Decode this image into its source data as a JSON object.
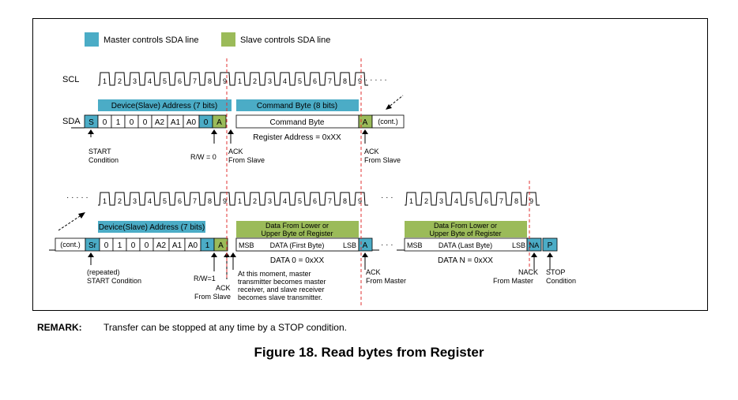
{
  "legend": {
    "master": {
      "label": "Master controls SDA line",
      "color": "#4bacc6"
    },
    "slave": {
      "label": "Slave controls SDA line",
      "color": "#9bbb59"
    }
  },
  "signals": {
    "scl": "SCL",
    "sda": "SDA"
  },
  "clock_numbers": [
    "1",
    "2",
    "3",
    "4",
    "5",
    "6",
    "7",
    "8",
    "9"
  ],
  "row1": {
    "address_header": "Device(Slave) Address (7 bits)",
    "command_header": "Command Byte (8 bits)",
    "bits": [
      "S",
      "0",
      "1",
      "0",
      "0",
      "A2",
      "A1",
      "A0",
      "0",
      "A"
    ],
    "command_label": "Command Byte",
    "ack_label": "A",
    "cont": "(cont.)",
    "register_address": "Register Address = 0xXX",
    "start_l1": "START",
    "start_l2": "Condition",
    "rw_label": "R/W = 0",
    "ack1_l1": "ACK",
    "ack1_l2": "From Slave",
    "ack2_l1": "ACK",
    "ack2_l2": "From Slave",
    "dots": "· · · · ·"
  },
  "row2": {
    "address_header": "Device(Slave) Address (7 bits)",
    "data_header_l1": "Data From Lower or",
    "data_header_l2": "Upper Byte of Register",
    "bits": [
      "Sr",
      "0",
      "1",
      "0",
      "0",
      "A2",
      "A1",
      "A0",
      "1",
      "A"
    ],
    "cont": "(cont.)",
    "msb": "MSB",
    "data_first": "DATA (First Byte)",
    "lsb": "LSB",
    "ack_label": "A",
    "data0": "DATA 0 = 0xXX",
    "dataN_header_l1": "Data From Lower or",
    "dataN_header_l2": "Upper Byte of Register",
    "msb2": "MSB",
    "data_last": "DATA (Last Byte)",
    "lsb2": "LSB",
    "na": "NA",
    "p": "P",
    "dataN": "DATA N = 0xXX",
    "rstart_l1": "(repeated)",
    "rstart_l2": "START Condition",
    "rw_label": "R/W=1",
    "ack1_l1": "ACK",
    "ack1_l2": "From Slave",
    "note_l1": "At this moment, master",
    "note_l2": "transmitter becomes master",
    "note_l3": "receiver, and slave receiver",
    "note_l4": "becomes slave transmitter.",
    "ack2_l1": "ACK",
    "ack2_l2": "From Master",
    "nack_l1": "NACK",
    "nack_l2": "From Master",
    "stop_l1": "STOP",
    "stop_l2": "Condition",
    "dots": "· · · · ·",
    "mid_dots": "· · ·"
  },
  "remark": {
    "label": "REMARK:",
    "text": "Transfer can be stopped at any time by a STOP condition."
  },
  "caption": "Figure 18. Read bytes from Register"
}
